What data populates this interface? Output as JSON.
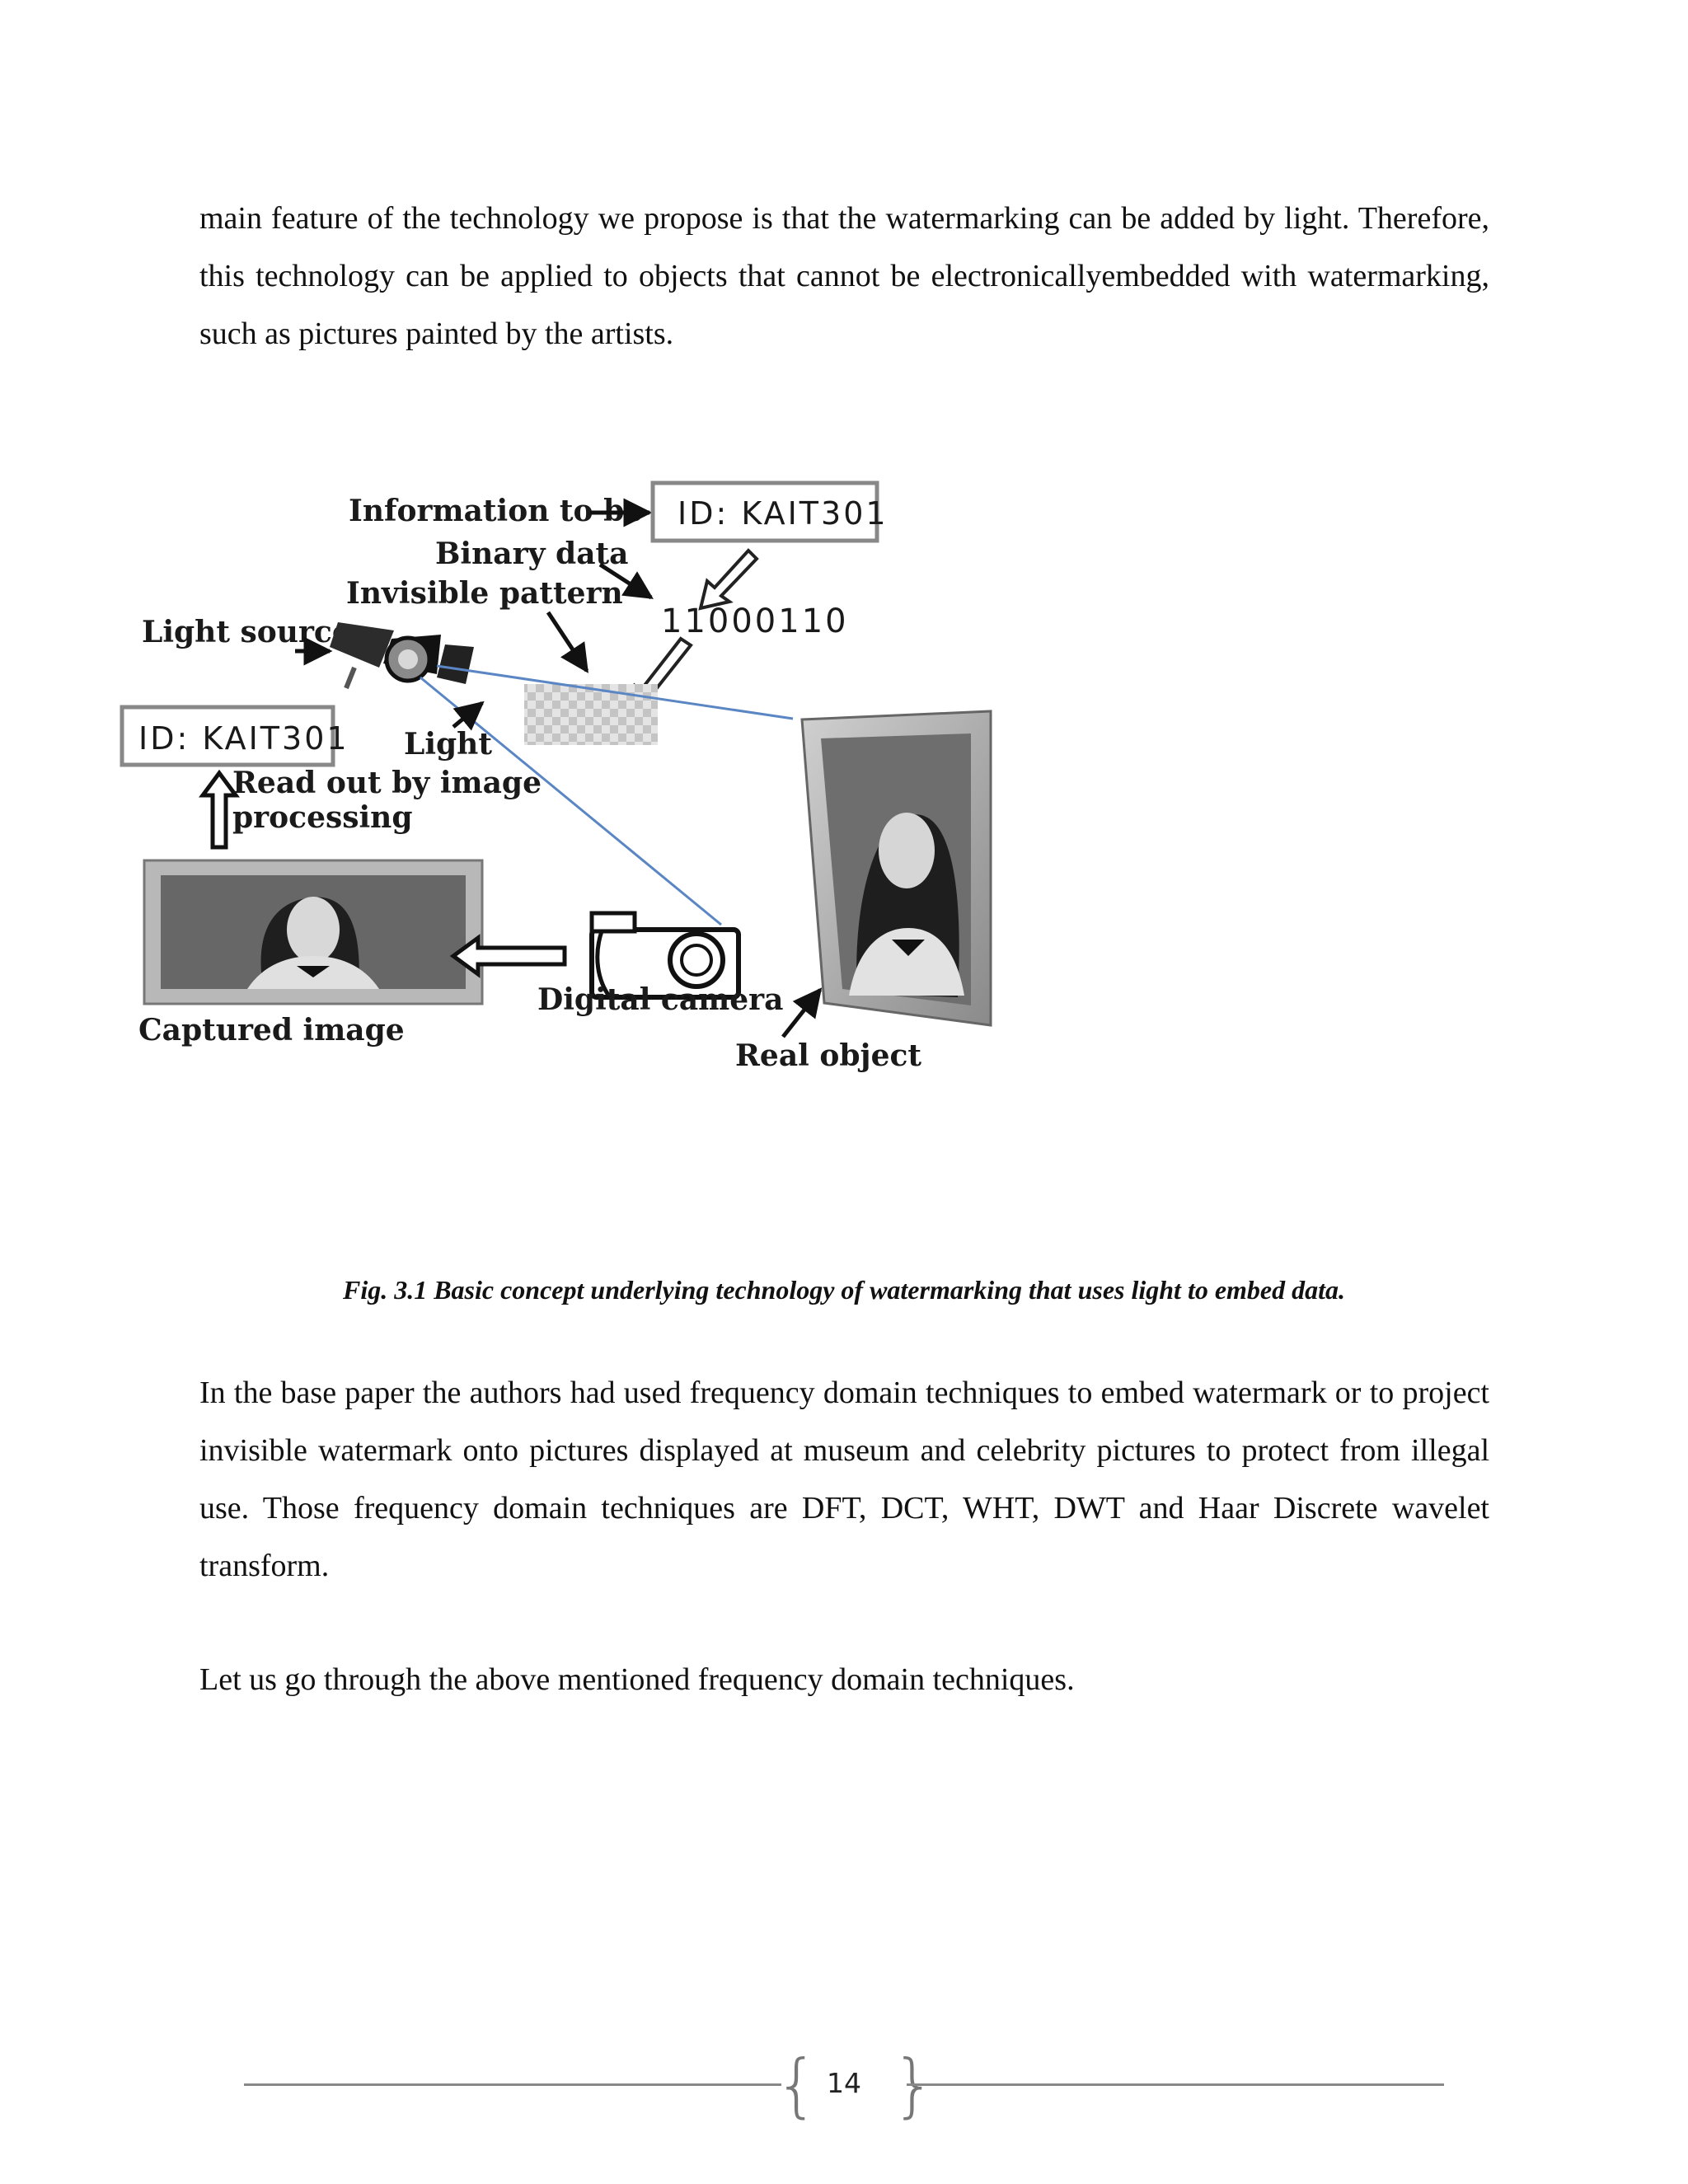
{
  "paragraphs": {
    "intro": "main feature of the technology we propose is that the watermarking can be added by light. Therefore, this technology can be applied to objects that cannot be electronicallyembedded with watermarking, such as pictures painted by the artists.",
    "base_paper": "In the base paper the authors had used frequency domain techniques to embed watermark or to project invisible watermark onto pictures displayed at museum and celebrity pictures to protect from illegal use. Those frequency domain techniques are DFT, DCT, WHT, DWT and Haar Discrete wavelet transform.",
    "closing": "Let us go through the above mentioned frequency domain techniques."
  },
  "figure": {
    "labels": {
      "info_embedded": "Information to be embedded",
      "id_top": "ID: KAIT301",
      "binary_data": "Binary data",
      "invisible_pattern": "Invisible pattern",
      "light_source": "Light source",
      "binary_value": "11000110",
      "id_left": "ID: KAIT301",
      "light": "Light",
      "read_out_1": "Read out by image",
      "read_out_2": "processing",
      "digital_camera": "Digital camera",
      "captured_image": "Captured image",
      "real_object": "Real object"
    },
    "caption": "Fig. 3.1 Basic concept underlying technology of watermarking that uses light to embed data."
  },
  "footer": {
    "page_number": "14"
  },
  "colors": {
    "light_beam": "#5b86c4",
    "frame_gray": "#a9a9a9",
    "footer_line": "#888888"
  }
}
